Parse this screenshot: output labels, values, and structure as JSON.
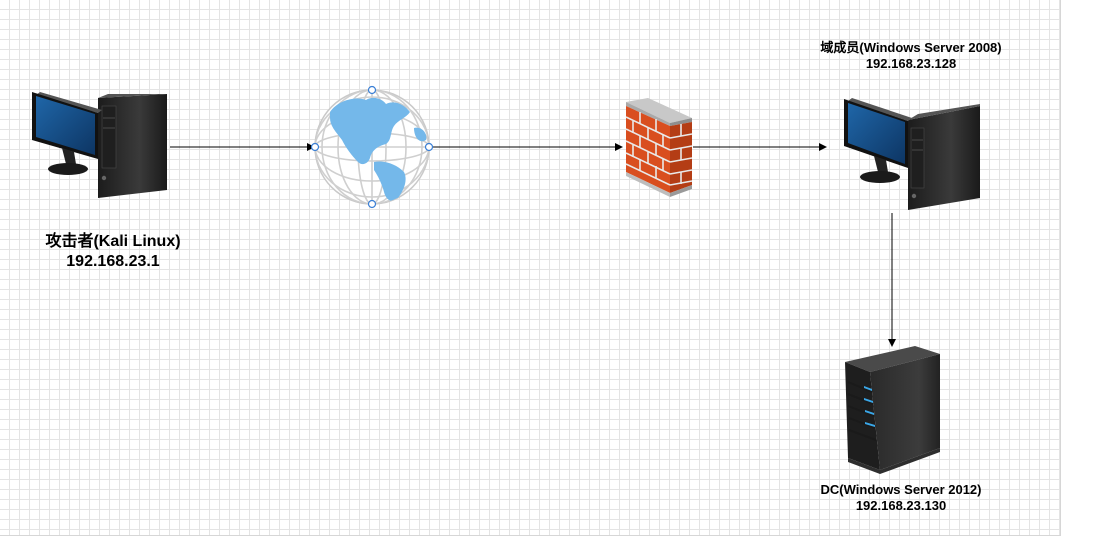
{
  "nodes": {
    "attacker": {
      "name": "攻击者(Kali Linux)",
      "ip": "192.168.23.1",
      "icon": "desktop-computer-icon"
    },
    "internet": {
      "icon": "globe-icon"
    },
    "firewall": {
      "icon": "firewall-icon"
    },
    "member": {
      "name": "域成员(Windows Server 2008)",
      "ip": "192.168.23.128",
      "icon": "desktop-computer-icon"
    },
    "dc": {
      "name": "DC(Windows Server 2012)",
      "ip": "192.168.23.130",
      "icon": "server-tower-icon"
    }
  },
  "edges": [
    {
      "from": "attacker",
      "to": "internet"
    },
    {
      "from": "internet",
      "to": "firewall"
    },
    {
      "from": "firewall",
      "to": "member"
    },
    {
      "from": "member",
      "to": "dc"
    }
  ],
  "colors": {
    "grid": "#e4e4e4",
    "screen": "#1a4f8c",
    "tower": "#2b2b2b",
    "globe_land": "#74b8ea",
    "brick": "#d94e1f",
    "server_led": "#3aa7e8"
  }
}
